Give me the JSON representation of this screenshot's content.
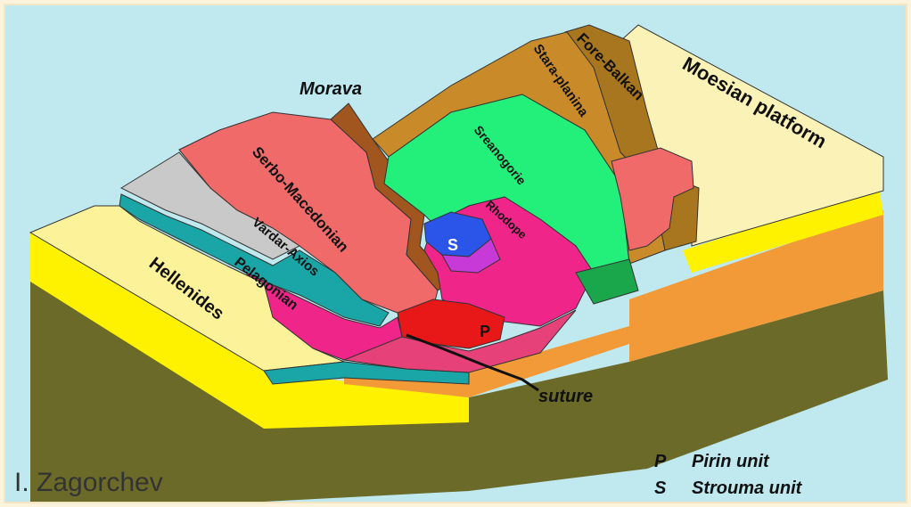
{
  "diagram": {
    "labels": {
      "moesian": "Moesian platform",
      "fore_balkan": "Fore-Balkan",
      "stara_planina": "Stara-planina",
      "morava": "Morava",
      "srednogorie": "Sreanogorie",
      "serbo_macedonian": "Serbo-Macedonian",
      "rhodope": "Rhodope",
      "strouma_marker": "S",
      "pirin_marker": "P",
      "vardar": "Vardar-Axios",
      "pelagonian": "Pelagonian",
      "hellenides": "Hellenides",
      "suture": "suture"
    },
    "author": "I. Zagorchev",
    "legend": [
      {
        "key": "P",
        "text": "Pirin unit"
      },
      {
        "key": "S",
        "text": "Strouma unit"
      }
    ],
    "colors": {
      "background": "#bfe8ef",
      "hellenides": "#fbf29a",
      "pelagonian_grey": "#c9c9c9",
      "vardar_teal": "#1aa6a6",
      "serbo_macedonian": "#f06a6a",
      "srednogorie": "#22f07a",
      "rhodope": "#f0258a",
      "strouma": "#2a55e8",
      "pirin": "#e81818",
      "stara_planina": "#c98a2a",
      "fore_balkan": "#a8761e",
      "moesian": "#fbf2b8",
      "base_olive": "#6b6a28",
      "orange_layer": "#f29a38",
      "yellow_layer": "#fff200"
    }
  }
}
